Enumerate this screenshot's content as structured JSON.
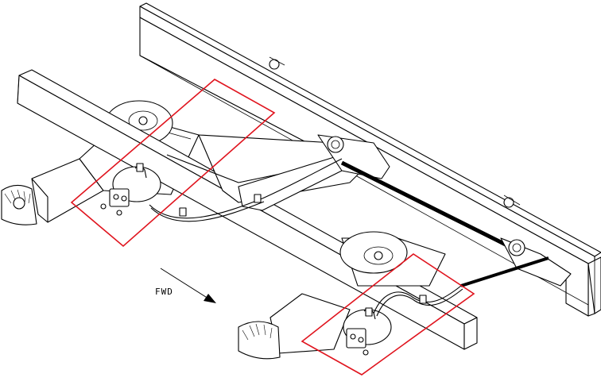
{
  "direction_label": "FWD",
  "colors": {
    "line": "#000000",
    "background": "#ffffff",
    "highlight_box": "#e0141e"
  },
  "icons": {
    "direction_arrow": "arrow-right-down-icon"
  },
  "highlights": [
    {
      "name": "front-axle-brake-chamber-area"
    },
    {
      "name": "rear-axle-brake-chamber-area"
    }
  ]
}
